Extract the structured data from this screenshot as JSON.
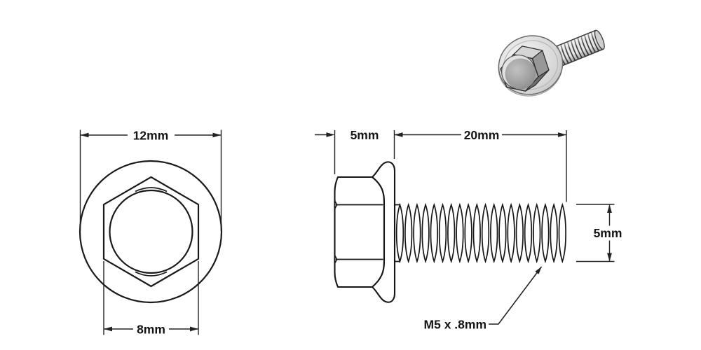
{
  "drawing": {
    "background": "#ffffff",
    "line_color": "#1a1a1a",
    "top_view": {
      "flange_diameter_label": "12mm",
      "hex_width_label": "8mm"
    },
    "side_view": {
      "head_height_label": "5mm",
      "thread_length_label": "20mm",
      "thread_diameter_label": "5mm",
      "thread_spec_label": "M5 x .8mm"
    },
    "dimensions_mm": {
      "flange_diameter": 12,
      "hex_width_across_flats": 8,
      "head_height": 5,
      "thread_length": 20,
      "thread_diameter": 5,
      "thread_pitch": 0.8
    },
    "illustration": {
      "name": "3d-flange-bolt-render",
      "metal_light": "#d6d6d6",
      "metal_mid": "#a8a8a8",
      "metal_dark": "#6e6e6e"
    }
  }
}
